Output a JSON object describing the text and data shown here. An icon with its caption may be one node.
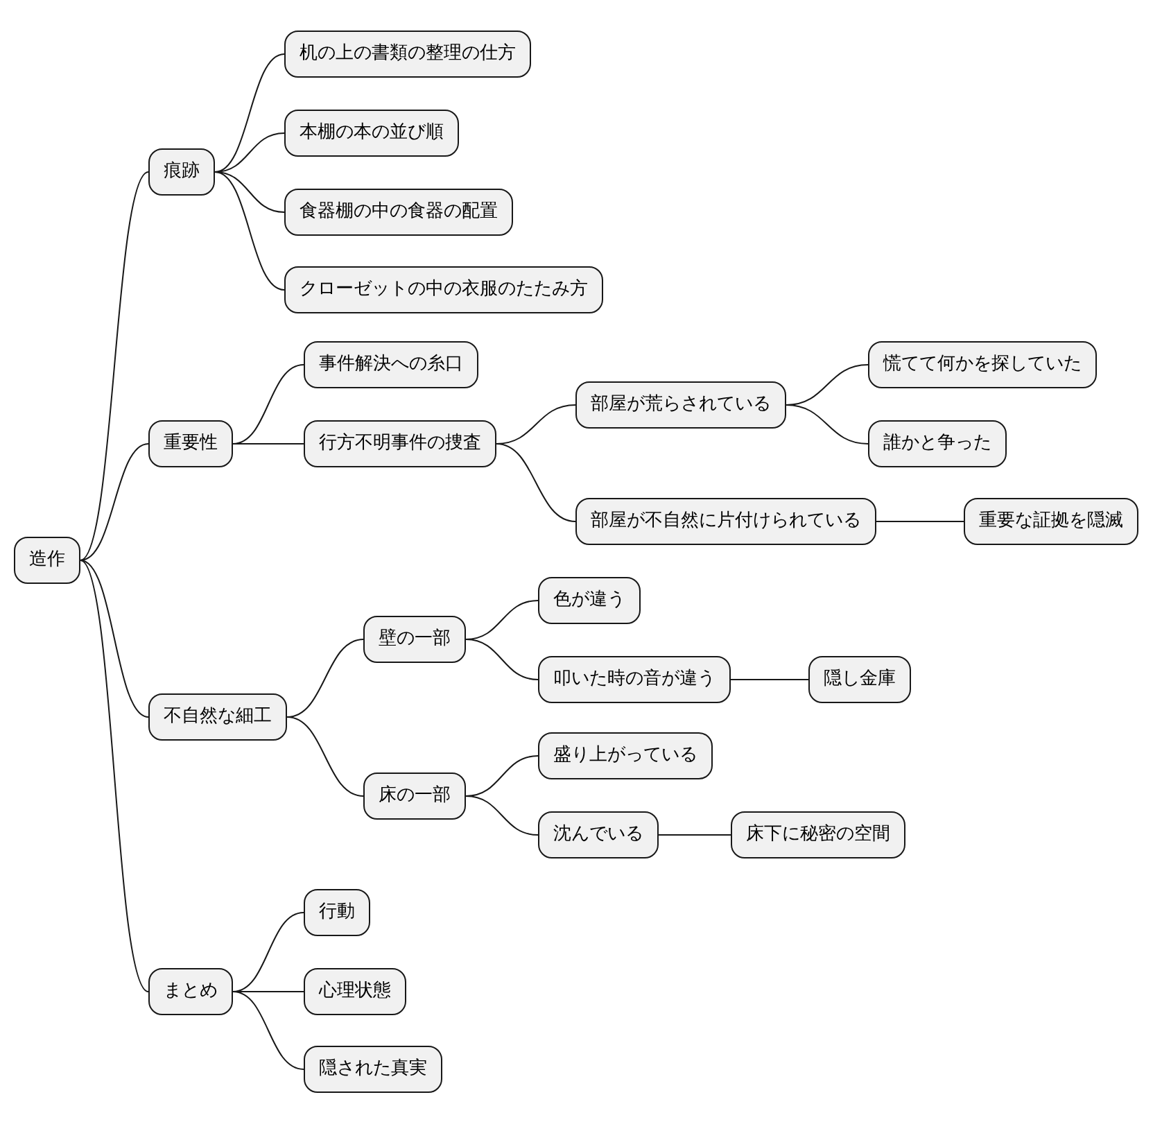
{
  "diagram": {
    "nodes": [
      {
        "text": [
          "造作"
        ]
      },
      {
        "text": [
          "痕跡"
        ]
      },
      {
        "text": [
          "机の上の書類の整理の仕方"
        ]
      },
      {
        "text": [
          "本棚の本の並び順"
        ]
      },
      {
        "text": [
          "食器棚の中の食器の配置"
        ]
      },
      {
        "text": [
          "クローゼットの中の衣服のたたみ方"
        ]
      },
      {
        "text": [
          "重要性"
        ]
      },
      {
        "text": [
          "事件解決への糸口"
        ]
      },
      {
        "text": [
          "行方不明事件の捜査"
        ]
      },
      {
        "text": [
          "部屋が荒らされている"
        ]
      },
      {
        "text": [
          "慌てて何かを探していた"
        ]
      },
      {
        "text": [
          "誰かと争った"
        ]
      },
      {
        "text": [
          "部屋が不自然に片付けられている"
        ]
      },
      {
        "text": [
          "重要な証拠を隠滅"
        ]
      },
      {
        "text": [
          "不自然な細工"
        ]
      },
      {
        "text": [
          "壁の一部"
        ]
      },
      {
        "text": [
          "色が違う"
        ]
      },
      {
        "text": [
          "叩いた時の音が違う"
        ]
      },
      {
        "text": [
          "隠し金庫"
        ]
      },
      {
        "text": [
          "床の一部"
        ]
      },
      {
        "text": [
          "盛り上がっている"
        ]
      },
      {
        "text": [
          "沈んでいる"
        ]
      },
      {
        "text": [
          "床下に秘密の空間"
        ]
      },
      {
        "text": [
          "まとめ"
        ]
      },
      {
        "text": [
          "行動"
        ]
      },
      {
        "text": [
          "心理状態"
        ]
      },
      {
        "text": [
          "隠された真実"
        ]
      }
    ],
    "edges": [
      {
        "from": 0,
        "to": 1,
        "arrow": "none"
      },
      {
        "from": 1,
        "to": 2,
        "arrow": "none"
      },
      {
        "from": 1,
        "to": 3,
        "arrow": "none"
      },
      {
        "from": 1,
        "to": 4,
        "arrow": "none"
      },
      {
        "from": 1,
        "to": 5,
        "arrow": "none"
      },
      {
        "from": 0,
        "to": 6,
        "arrow": "none"
      },
      {
        "from": 6,
        "to": 7,
        "arrow": "none"
      },
      {
        "from": 6,
        "to": 8,
        "arrow": "none"
      },
      {
        "from": 8,
        "to": 9,
        "arrow": "none"
      },
      {
        "from": 9,
        "to": 10,
        "arrow": "none"
      },
      {
        "from": 9,
        "to": 11,
        "arrow": "none"
      },
      {
        "from": 8,
        "to": 12,
        "arrow": "none"
      },
      {
        "from": 12,
        "to": 13,
        "arrow": "none"
      },
      {
        "from": 0,
        "to": 14,
        "arrow": "none"
      },
      {
        "from": 14,
        "to": 15,
        "arrow": "none"
      },
      {
        "from": 15,
        "to": 16,
        "arrow": "none"
      },
      {
        "from": 15,
        "to": 17,
        "arrow": "none"
      },
      {
        "from": 17,
        "to": 18,
        "arrow": "none"
      },
      {
        "from": 14,
        "to": 19,
        "arrow": "none"
      },
      {
        "from": 19,
        "to": 20,
        "arrow": "none"
      },
      {
        "from": 19,
        "to": 21,
        "arrow": "none"
      },
      {
        "from": 21,
        "to": 22,
        "arrow": "none"
      },
      {
        "from": 0,
        "to": 23,
        "arrow": "none"
      },
      {
        "from": 23,
        "to": 24,
        "arrow": "none"
      },
      {
        "from": 23,
        "to": 25,
        "arrow": "none"
      },
      {
        "from": 23,
        "to": 26,
        "arrow": "none"
      }
    ]
  }
}
